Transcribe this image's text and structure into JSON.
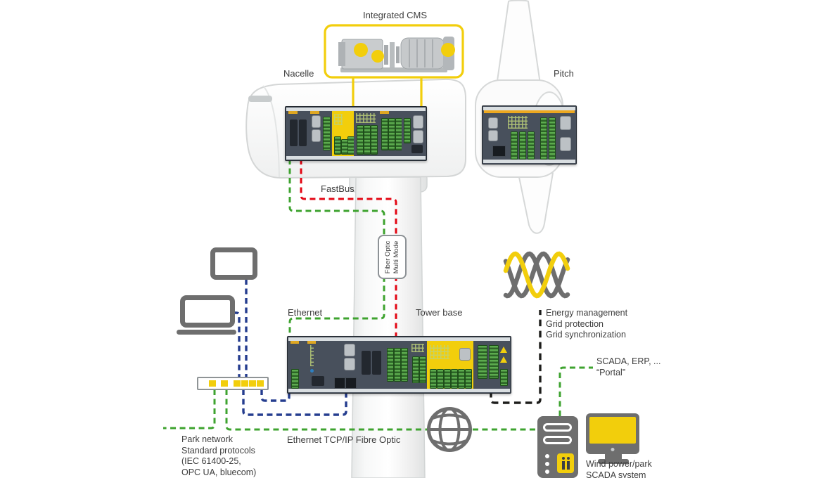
{
  "labels": {
    "integrated_cms": "Integrated CMS",
    "nacelle": "Nacelle",
    "pitch": "Pitch",
    "fastbus": "FastBus",
    "fiber_optic_1": "Fiber Optic",
    "fiber_optic_2": "Multi Mode",
    "ethernet": "Ethernet",
    "tower_base": "Tower base",
    "energy": [
      "Energy management",
      "Grid protection",
      "Grid synchronization"
    ],
    "scada_erp": "SCADA, ERP, ...",
    "portal": "“Portal”",
    "park_network": [
      "Park network",
      "Standard protocols",
      "(IEC 61400-25,",
      "OPC UA, bluecom)"
    ],
    "ethernet_tcpip": "Ethernet TCP/IP Fibre Optic",
    "wind_scada": [
      "Wind power/park",
      "SCADA system"
    ]
  },
  "colors": {
    "yellow": "#F2CE0C",
    "green": "#3EA32F",
    "red": "#E30613",
    "blue": "#253D8F",
    "black": "#1D1D1B",
    "gray": "#6E6E6E",
    "text": "#3D3D3D",
    "rack": "#48505C",
    "terminal_green": "#4FA344"
  },
  "icons": {
    "monitor": "css-outline-rect",
    "laptop": "css-outline-rect-with-base",
    "network_switch": "css-box-yellow-ports",
    "globe": "svg-globe",
    "server": "css-tower-with-yellow-chip",
    "scada_monitor": "css-monitor-yellow-screen",
    "three_phase_waves": "svg-sine-triplet",
    "cms_sensor_dot": "yellow-circle"
  },
  "connections": [
    {
      "name": "cms-to-nacelle-rack",
      "style": "solid",
      "color_key": "yellow"
    },
    {
      "name": "nacelle-to-tower-base-ethernet",
      "style": "dashed",
      "color_key": "green",
      "label": "Ethernet"
    },
    {
      "name": "nacelle-to-tower-base-fastbus",
      "style": "dashed",
      "color_key": "red",
      "label": "FastBus"
    },
    {
      "name": "tower-run",
      "label": "Fiber Optic Multi Mode"
    },
    {
      "name": "monitor-to-switch",
      "style": "dashed",
      "color_key": "blue"
    },
    {
      "name": "laptop-to-switch",
      "style": "dashed",
      "color_key": "blue"
    },
    {
      "name": "switch-to-tower-base-1",
      "style": "dashed",
      "color_key": "blue"
    },
    {
      "name": "switch-to-tower-base-2",
      "style": "dashed",
      "color_key": "blue"
    },
    {
      "name": "switch-to-park-network",
      "style": "dashed",
      "color_key": "green",
      "label": "Park network"
    },
    {
      "name": "backbone",
      "style": "dashed",
      "color_key": "green",
      "label": "Ethernet TCP/IP Fibre Optic"
    },
    {
      "name": "tower-base-to-grid",
      "style": "dashed",
      "color_key": "black",
      "label": "Energy management / Grid protection / Grid synchronization"
    },
    {
      "name": "server-to-portal",
      "style": "dashed",
      "color_key": "green",
      "label": "SCADA, ERP, ... “Portal”"
    }
  ]
}
